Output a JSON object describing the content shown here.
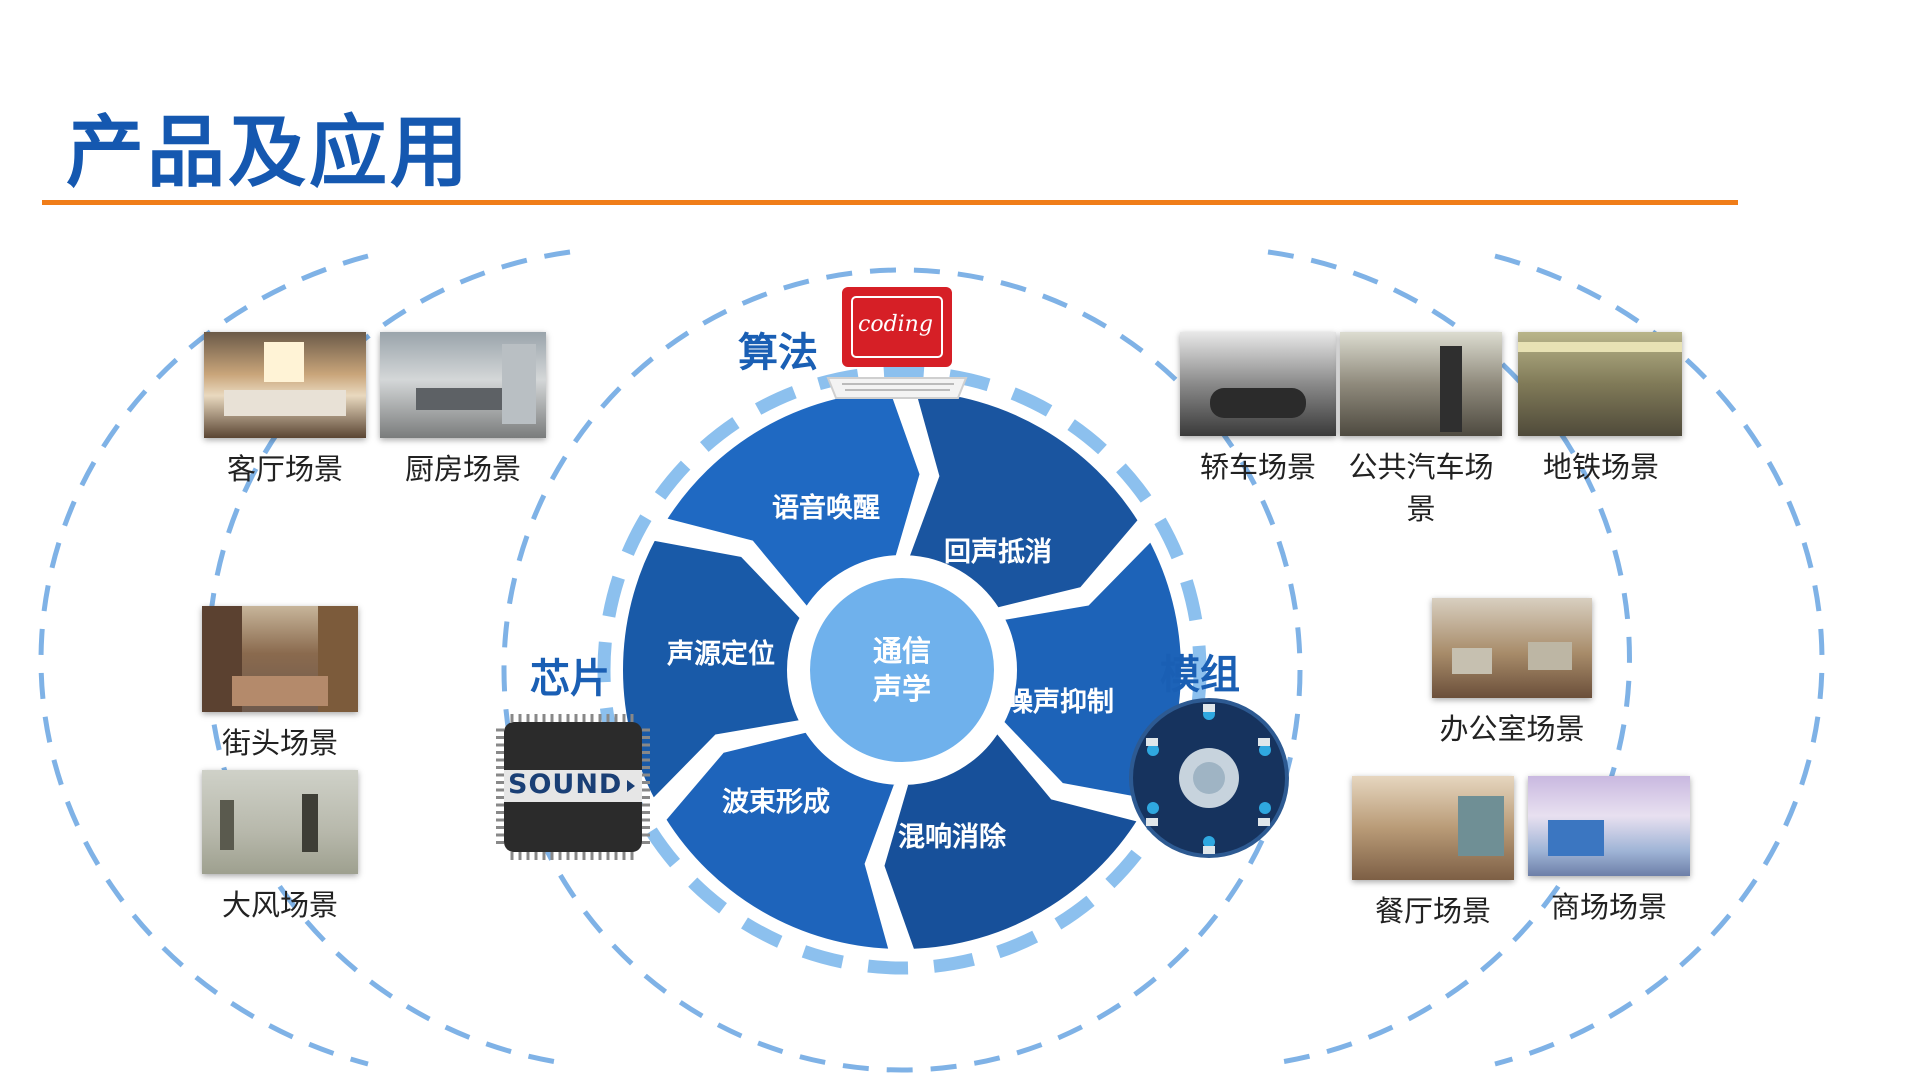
{
  "title": "产品及应用",
  "colors": {
    "accent_orange": "#f07d19",
    "title_blue": "#1558b0",
    "ring_blue": "#1f62b5",
    "dash_blue": "#7fb2e6",
    "coding_red": "#d61f26"
  },
  "center": {
    "line1": "通信",
    "line2": "声学"
  },
  "ring_segments": [
    "语音唤醒",
    "回声抵消",
    "噪声抑制",
    "混响消除",
    "波束形成",
    "声源定位"
  ],
  "products": {
    "algorithm": {
      "label": "算法",
      "icon_text": "coding"
    },
    "chip": {
      "label": "芯片",
      "chip_text": "SOUND"
    },
    "module": {
      "label": "模组"
    }
  },
  "scenes_left": [
    "客厅场景",
    "厨房场景",
    "街头场景",
    "大风场景"
  ],
  "scenes_right": [
    "轿车场景",
    "公共汽车场景",
    "地铁场景",
    "办公室场景",
    "餐厅场景",
    "商场场景"
  ]
}
